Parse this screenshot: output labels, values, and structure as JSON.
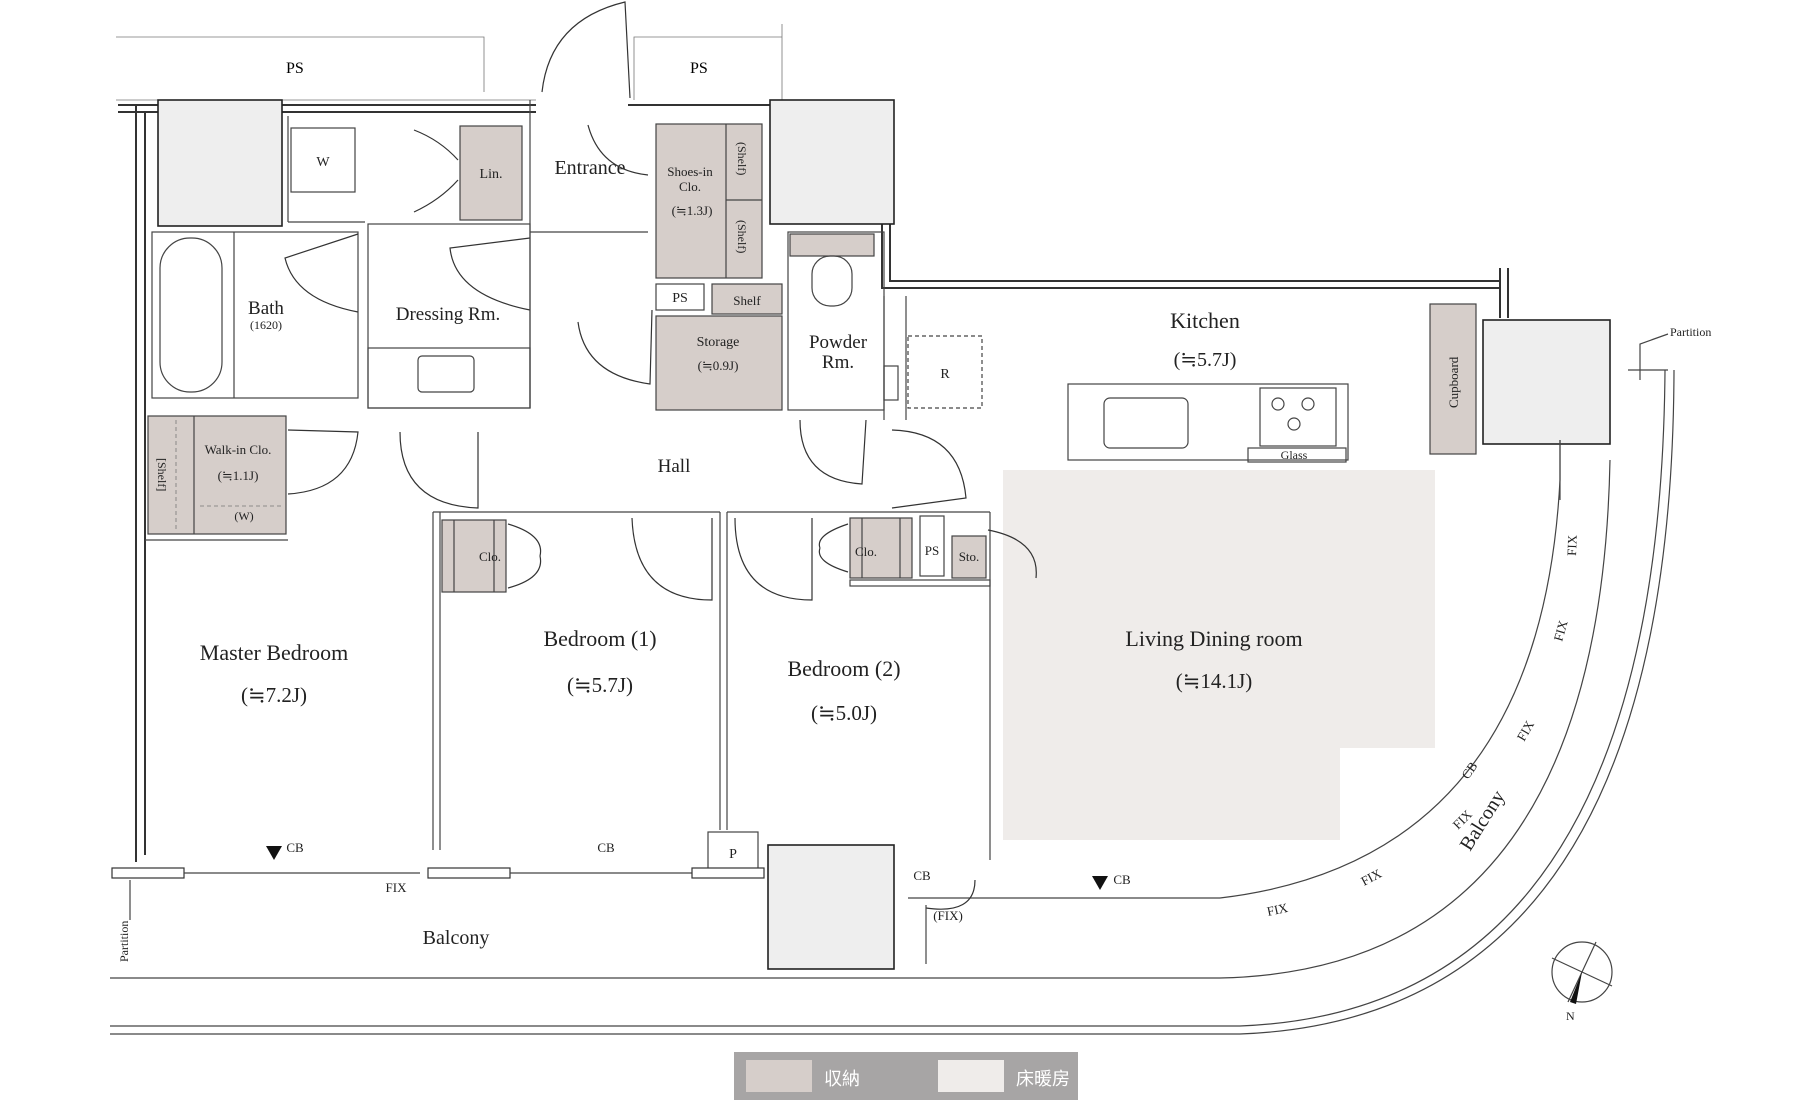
{
  "plan": {
    "shafts": {
      "ps_top_left": "PS",
      "ps_top_right": "PS",
      "ps_inner": "PS",
      "ps_bedroom2": "PS"
    },
    "rooms": {
      "entrance": "Entrance",
      "washer": "W",
      "linen": "Lin.",
      "shoes_in_closet": {
        "line1": "Shoes-in",
        "line2": "Clo.",
        "area": "(≒1.3J)"
      },
      "shoes_shelf_upper": "(Shelf)",
      "shoes_shelf_lower": "(Shelf)",
      "bath": {
        "name": "Bath",
        "size": "(1620)"
      },
      "dressing": "Dressing Rm.",
      "shelf": "Shelf",
      "storage": {
        "name": "Storage",
        "area": "(≒0.9J)"
      },
      "powder": {
        "line1": "Powder",
        "line2": "Rm."
      },
      "refrigerator": "R",
      "kitchen": {
        "name": "Kitchen",
        "area": "(≒5.7J)"
      },
      "glass": "Glass",
      "cupboard": "Cupboard",
      "walk_in_closet": {
        "name": "Walk-in Clo.",
        "area": "(≒1.1J)",
        "shelf": "[Shelf]",
        "w": "(W)"
      },
      "hall": "Hall",
      "closet_bed1": "Clo.",
      "closet_bed2": "Clo.",
      "storage_small": "Sto.",
      "master_bedroom": {
        "name": "Master Bedroom",
        "area": "(≒7.2J)"
      },
      "bedroom1": {
        "name": "Bedroom (1)",
        "area": "(≒5.7J)"
      },
      "bedroom2": {
        "name": "Bedroom (2)",
        "area": "(≒5.0J)"
      },
      "living_dining": {
        "name": "Living Dining room",
        "area": "(≒14.1J)"
      },
      "pipe": "P",
      "balcony_south": "Balcony",
      "balcony_curve": "Balcony"
    },
    "annotations": {
      "partition_right": "Partition",
      "partition_left": "Partition",
      "cb_master": "CB",
      "cb_bed1": "CB",
      "cb_bed2": "CB",
      "cb_living": "CB",
      "cb_curve": "CB",
      "fix_south": "FIX",
      "fix_door": "(FIX)",
      "fix_curve": [
        "FIX",
        "FIX",
        "FIX",
        "FIX",
        "FIX",
        "FIX"
      ],
      "compass_north": "N"
    }
  },
  "legend": {
    "storage_label": "収納",
    "floor_heating_label": "床暖房",
    "storage_color": "#d6ceca",
    "floor_heating_color": "#efecea",
    "background_color": "#a7a5a5"
  }
}
